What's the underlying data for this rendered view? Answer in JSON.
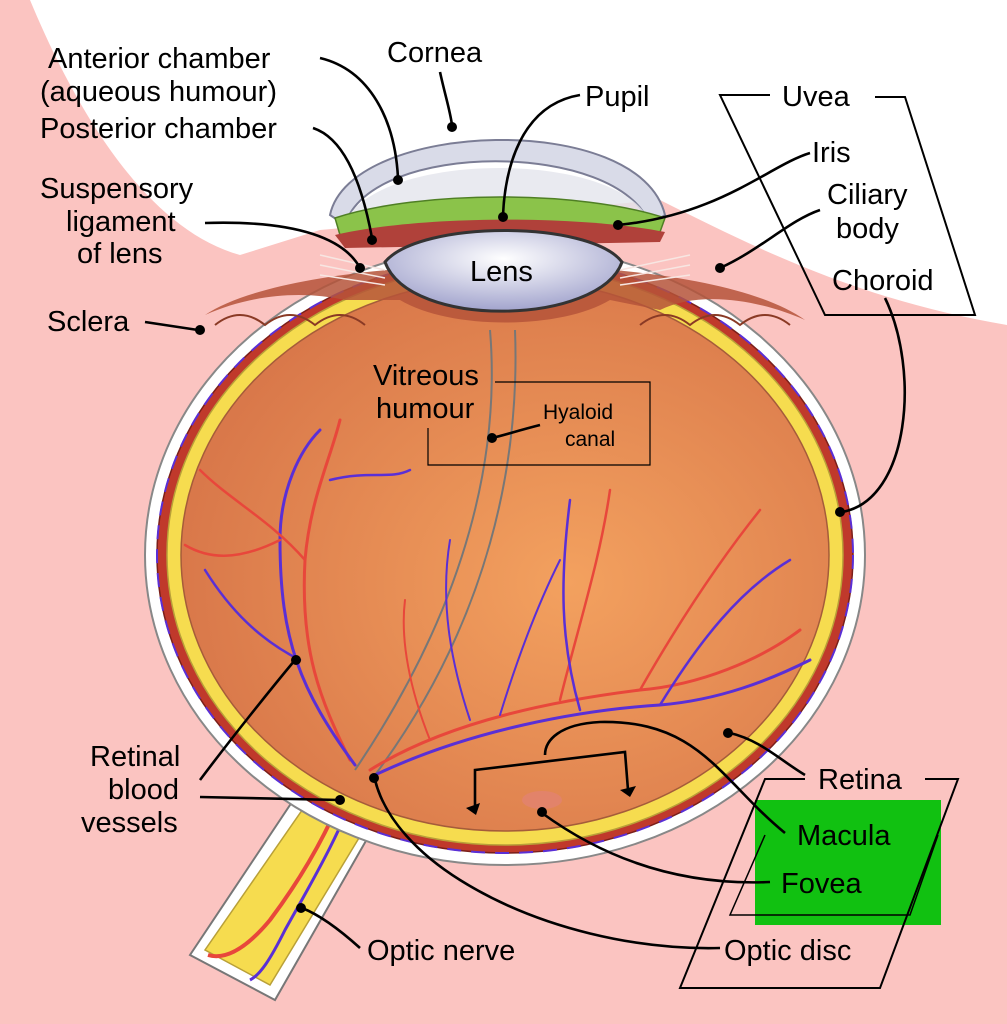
{
  "labels": {
    "anterior_chamber_1": "Anterior chamber",
    "anterior_chamber_2": "(aqueous humour)",
    "cornea": "Cornea",
    "posterior_chamber": "Posterior chamber",
    "pupil": "Pupil",
    "uvea": "Uvea",
    "iris": "Iris",
    "ciliary_body_1": "Ciliary",
    "ciliary_body_2": "body",
    "choroid": "Choroid",
    "suspensory_1": "Suspensory",
    "suspensory_2": "ligament",
    "suspensory_3": "of lens",
    "lens": "Lens",
    "sclera": "Sclera",
    "vitreous_1": "Vitreous",
    "vitreous_2": "humour",
    "hyaloid_1": "Hyaloid",
    "hyaloid_2": "canal",
    "retinal_vessels_1": "Retinal",
    "retinal_vessels_2": "blood",
    "retinal_vessels_3": "vessels",
    "retina": "Retina",
    "macula": "Macula",
    "fovea": "Fovea",
    "optic_disc": "Optic disc",
    "optic_nerve": "Optic nerve"
  },
  "colors": {
    "background_pink": "#fbc4c1",
    "sclera": "#ffffff",
    "choroid": "#c0392b",
    "retina_yellow": "#f6dc4f",
    "vitreous": "#ef9a5a",
    "lens": "#c8c9e6",
    "iris_green": "#8bc34a",
    "vein": "#5a2fd6",
    "artery": "#e8473b",
    "highlight_green": "#11c111"
  }
}
